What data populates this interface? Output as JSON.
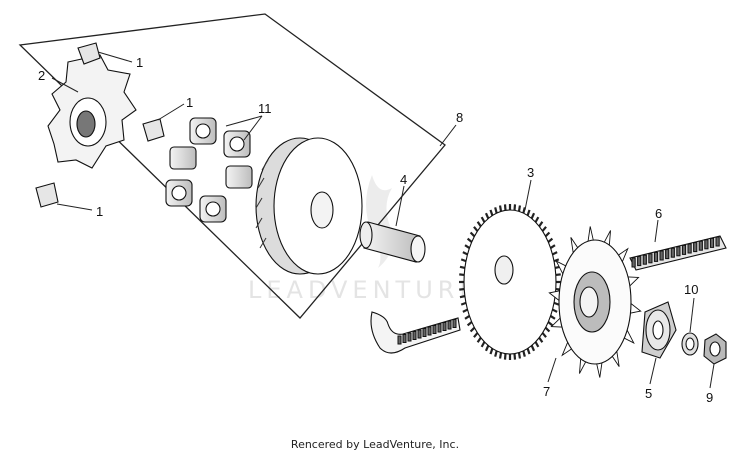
{
  "watermark": {
    "text": "LEADVENTURE"
  },
  "footer": {
    "credit": "Rencered by LeadVenture, Inc."
  },
  "callouts": {
    "c1a": "1",
    "c1b": "1",
    "c1c": "1",
    "c2": "2",
    "c3": "3",
    "c4": "4",
    "c5": "5",
    "c6": "6",
    "c7": "7",
    "c8": "8",
    "c9": "9",
    "c10": "10",
    "c11": "11"
  },
  "colors": {
    "line": "#111111",
    "face": "#ffffff",
    "shade": "#cfcfcf",
    "dark": "#555555"
  }
}
